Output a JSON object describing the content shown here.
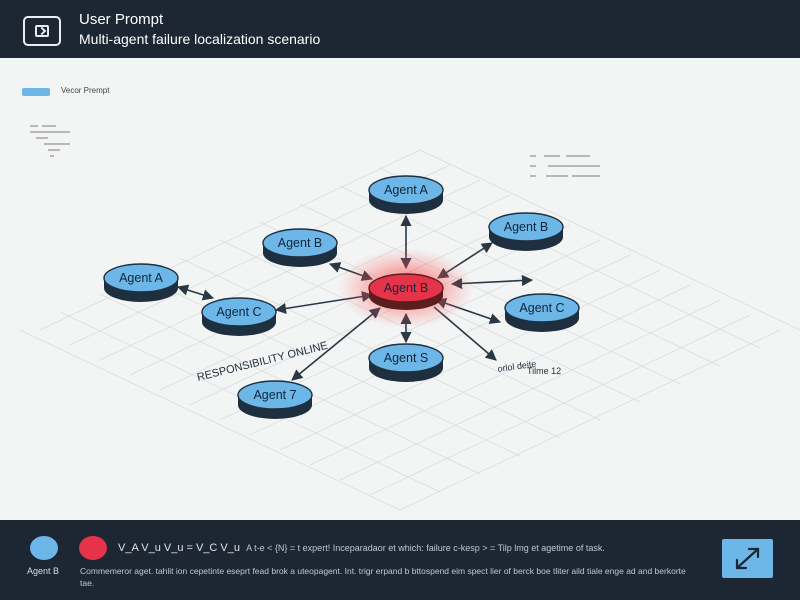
{
  "header": {
    "title": "User Prompt",
    "subtitle": "Multi-agent failure localization scenario"
  },
  "legend": {
    "label": "Vecor Prempt",
    "color": "#6cb6e8"
  },
  "colors": {
    "agent_fill": "#6cb6e8",
    "agent_side": "#1e2f3f",
    "failure_fill": "#e5334a",
    "background": "#f3f4f4",
    "bar": "#1c2733"
  },
  "diagram": {
    "failure_node": {
      "label": "Agent B"
    },
    "agents": [
      {
        "id": "top",
        "label": "Agent A"
      },
      {
        "id": "upper-left",
        "label": "Agent B"
      },
      {
        "id": "upper-right",
        "label": "Agent B"
      },
      {
        "id": "far-left",
        "label": "Agent A"
      },
      {
        "id": "left",
        "label": "Agent C"
      },
      {
        "id": "right",
        "label": "Agent C"
      },
      {
        "id": "bottom",
        "label": "Agent S"
      },
      {
        "id": "bottom-left",
        "label": "Agent 7"
      }
    ],
    "annotations": {
      "slanted": "RESPONSIBILITY ONLINE",
      "right_label": "orlol deite",
      "time_label": "Tilme 12"
    }
  },
  "footer": {
    "dot_label": "Agent B",
    "formula": "V_A  V_u  V_u = V_C  V_u",
    "formula_desc": "A t-e < {N} = t expert! Inceparadaor et which: failure c-kesp > = Tilp lmg et agetime of task.",
    "description": "Commemeror aget. tahlit ion cepetinte eseprt fead brok a uteopagent. Int. trigr erpand b bttospend eim spect lier of berck boe tliter aild tiale enge ad and berkorte tae."
  },
  "icons": {
    "header": "terminal-icon",
    "footer_button": "expand-arrows-icon"
  }
}
